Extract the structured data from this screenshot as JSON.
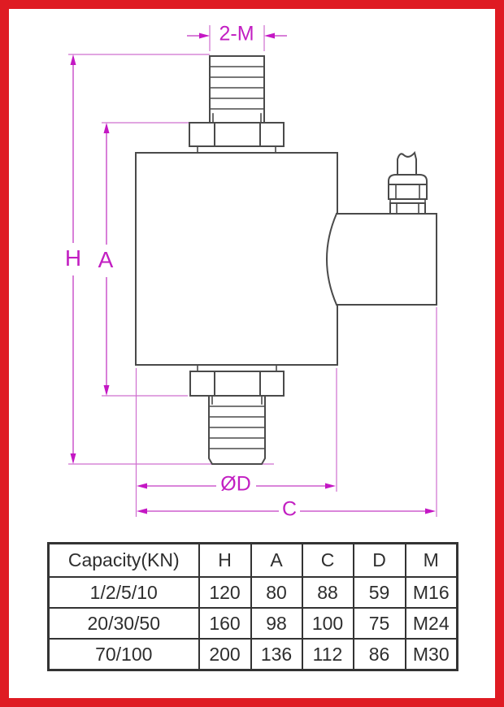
{
  "drawing": {
    "labels": {
      "thread_spec": "2-M",
      "overall_height": "H",
      "body_height": "A",
      "body_diameter": "ØD",
      "overall_width": "C"
    },
    "colors": {
      "dimension_magenta": "#c32bc3",
      "outline_gray": "#4a4a4a",
      "frame_red": "#df1b23",
      "table_line": "#333333"
    }
  },
  "spec_table": {
    "headers": [
      "Capacity(KN)",
      "H",
      "A",
      "C",
      "D",
      "M"
    ],
    "rows": [
      [
        "1/2/5/10",
        "120",
        "80",
        "88",
        "59",
        "M16"
      ],
      [
        "20/30/50",
        "160",
        "98",
        "100",
        "75",
        "M24"
      ],
      [
        "70/100",
        "200",
        "136",
        "112",
        "86",
        "M30"
      ]
    ]
  }
}
